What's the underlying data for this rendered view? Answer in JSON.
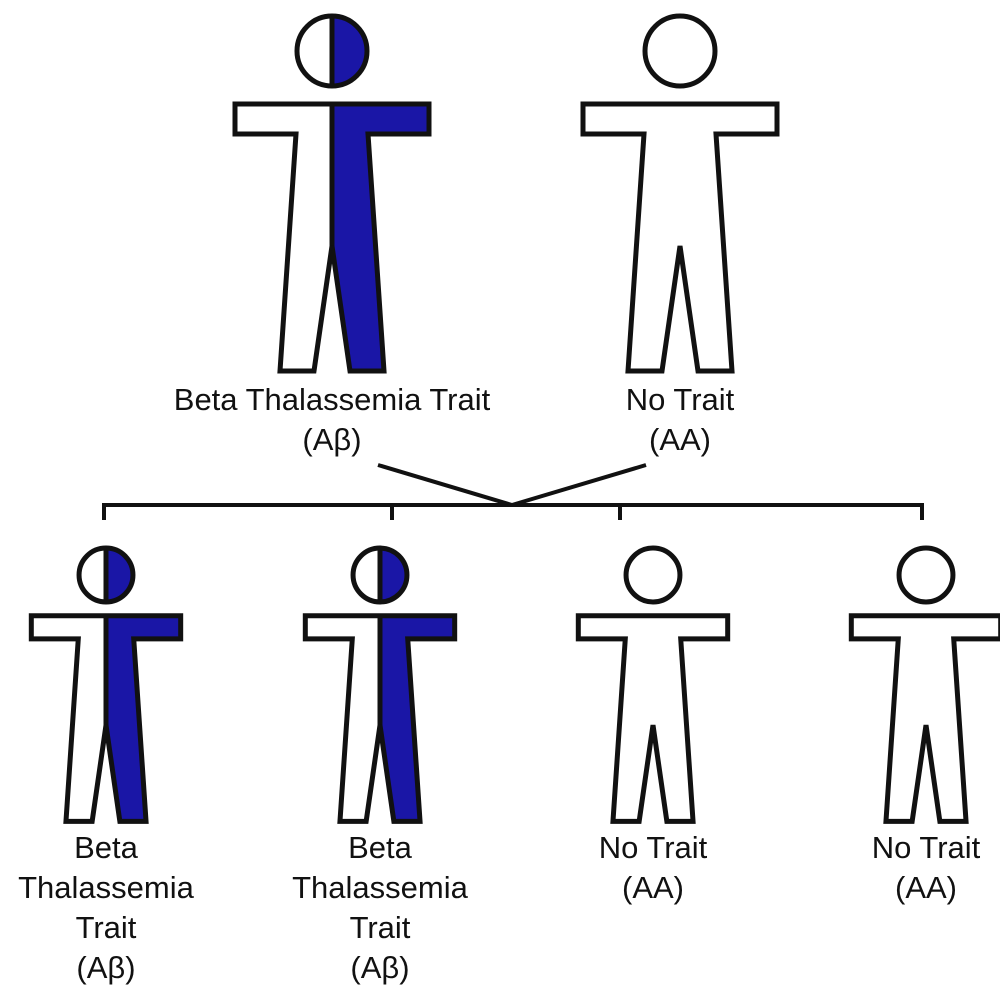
{
  "colors": {
    "trait_fill": "#1a16a6",
    "outline": "#111111",
    "background": "#ffffff"
  },
  "parents": [
    {
      "id": "parent-trait",
      "carrier": true,
      "label_lines": [
        "Beta Thalassemia Trait",
        "(Aβ)"
      ]
    },
    {
      "id": "parent-no-trait",
      "carrier": false,
      "label_lines": [
        "No Trait",
        "(AA)"
      ]
    }
  ],
  "children": [
    {
      "id": "child-1",
      "carrier": true,
      "label_lines": [
        "Beta",
        "Thalassemia",
        "Trait",
        "(Aβ)"
      ]
    },
    {
      "id": "child-2",
      "carrier": true,
      "label_lines": [
        "Beta",
        "Thalassemia",
        "Trait",
        "(Aβ)"
      ]
    },
    {
      "id": "child-3",
      "carrier": false,
      "label_lines": [
        "No Trait",
        "(AA)"
      ]
    },
    {
      "id": "child-4",
      "carrier": false,
      "label_lines": [
        "No Trait",
        "(AA)"
      ]
    }
  ]
}
